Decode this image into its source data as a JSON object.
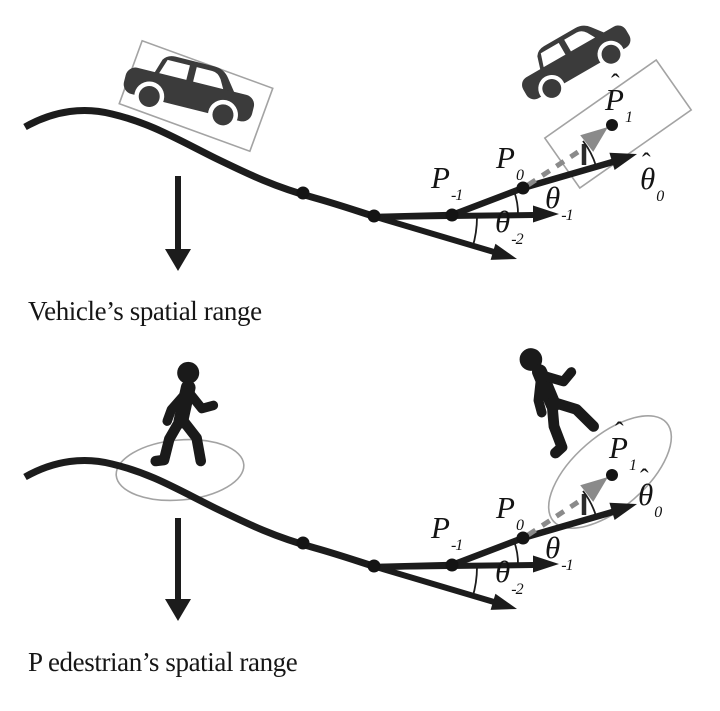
{
  "figure": {
    "colors": {
      "ink": "#1c1c1c",
      "icon_fill": "#3b3b3b",
      "gray_arrow": "#8a8a8a",
      "region_outline": "#a3a3a3",
      "background": "#ffffff"
    },
    "panels": [
      {
        "name": "vehicle",
        "caption": "Vehicle’s spatial range",
        "agent_icon": "car-icon",
        "prediction_region": "rotated-rectangle",
        "labels": {
          "p_prev": {
            "base": "P",
            "sub": "-1"
          },
          "p_curr": {
            "base": "P",
            "sub": "0"
          },
          "p_pred": {
            "base": "P",
            "hat": "ˆ",
            "sub": "1"
          },
          "theta_prev2": {
            "base": "θ",
            "sub": "-2"
          },
          "theta_prev": {
            "base": "θ",
            "sub": "-1"
          },
          "theta_pred": {
            "base": "θ",
            "hat": "ˆ",
            "sub": "0"
          }
        }
      },
      {
        "name": "pedestrian",
        "caption": "P edestrian’s spatial range",
        "agent_icon": "pedestrian-icon",
        "prediction_region": "rotated-ellipse",
        "labels": {
          "p_prev": {
            "base": "P",
            "sub": "-1"
          },
          "p_curr": {
            "base": "P",
            "sub": "0"
          },
          "p_pred": {
            "base": "P",
            "hat": "ˆ",
            "sub": "1"
          },
          "theta_prev2": {
            "base": "θ",
            "sub": "-2"
          },
          "theta_prev": {
            "base": "θ",
            "sub": "-1"
          },
          "theta_pred": {
            "base": "θ",
            "hat": "ˆ",
            "sub": "0"
          }
        }
      }
    ]
  }
}
